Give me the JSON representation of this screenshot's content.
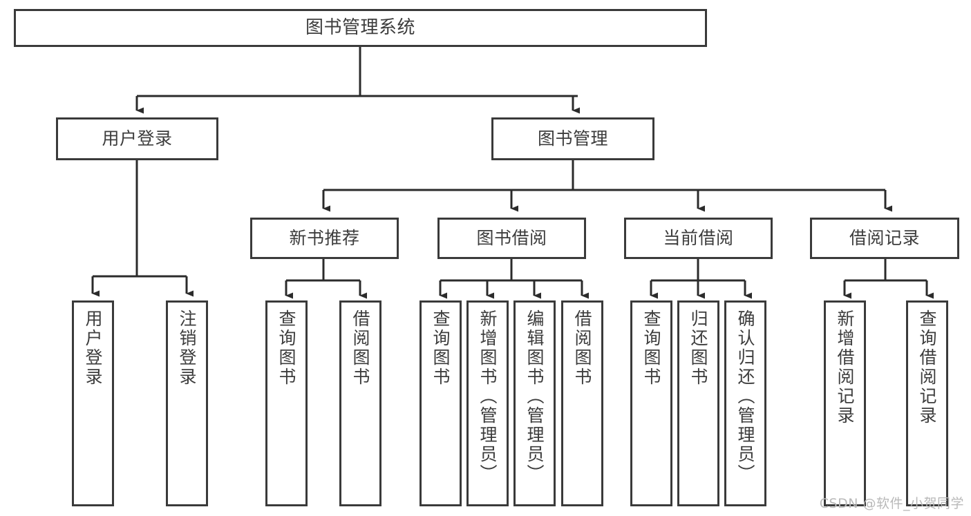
{
  "diagram": {
    "type": "hierarchy-tree",
    "title": "图书管理系统",
    "watermark": "CSDN @软件_小贺同学",
    "colors": {
      "box_border": "#3a3a3a",
      "box_fill": "#ffffff",
      "text": "#3c3c3c",
      "connector": "#2b2b2b",
      "watermark": "#b9b9b9"
    },
    "nodes": {
      "root": {
        "label": "图书管理系统"
      },
      "level2": [
        {
          "label": "用户登录"
        },
        {
          "label": "图书管理"
        }
      ],
      "level3": [
        {
          "label": "新书推荐"
        },
        {
          "label": "图书借阅"
        },
        {
          "label": "当前借阅"
        },
        {
          "label": "借阅记录"
        }
      ],
      "leaves": {
        "user_login": [
          {
            "label": "用户登录"
          },
          {
            "label": "注销登录"
          }
        ],
        "new_book": [
          {
            "label": "查询图书"
          },
          {
            "label": "借阅图书"
          }
        ],
        "book_borrow": [
          {
            "label": "查询图书"
          },
          {
            "label": "新增图书（管理员）"
          },
          {
            "label": "编辑图书（管理员）"
          },
          {
            "label": "借阅图书"
          }
        ],
        "current_borrow": [
          {
            "label": "查询图书"
          },
          {
            "label": "归还图书"
          },
          {
            "label": "确认归还（管理员）"
          }
        ],
        "borrow_record": [
          {
            "label": "新增借阅记录"
          },
          {
            "label": "查询借阅记录"
          }
        ]
      }
    }
  }
}
